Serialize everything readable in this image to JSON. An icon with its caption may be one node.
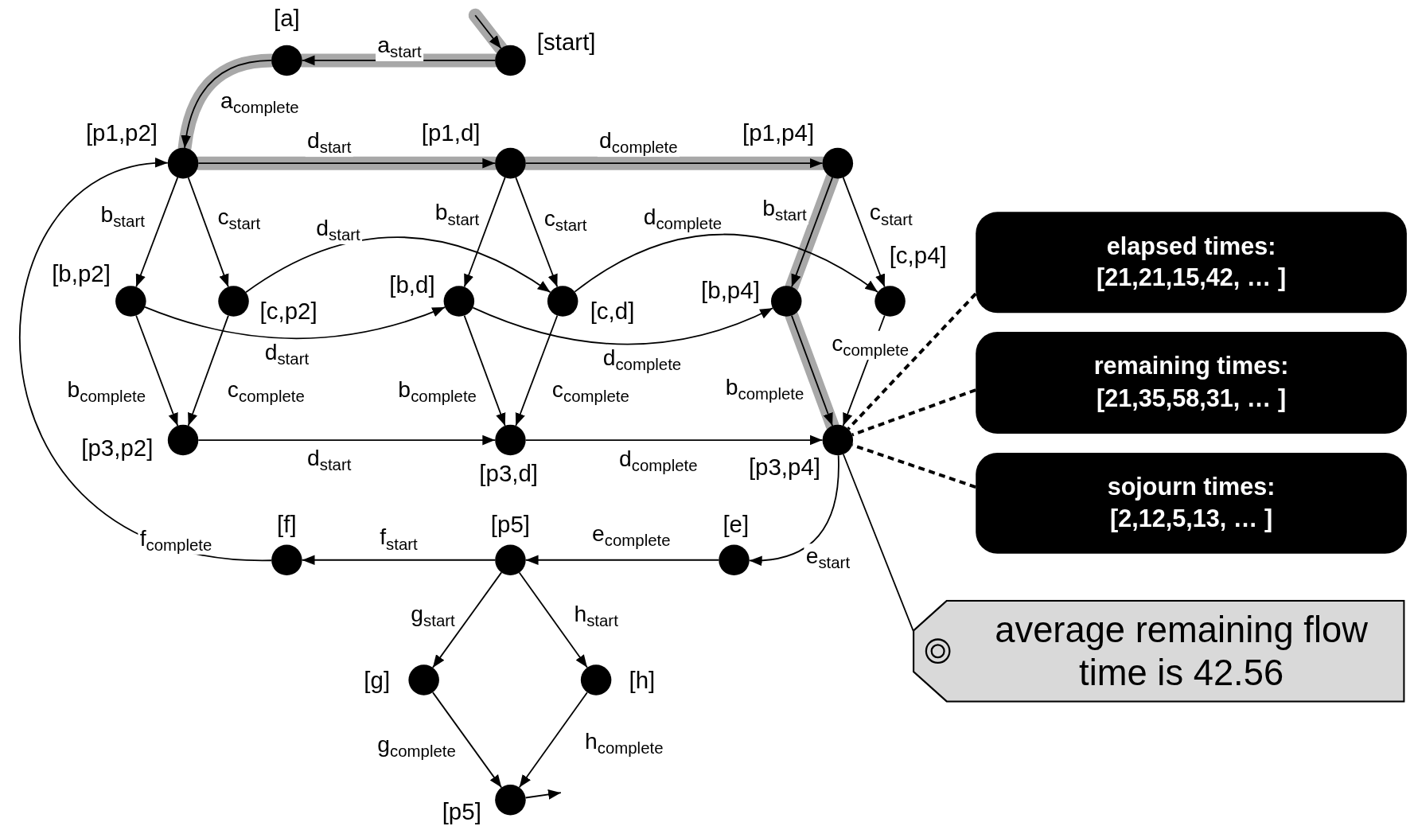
{
  "diagram": {
    "nodes": [
      {
        "text": [],
        "shape": "circle",
        "beside": [
          "[start]"
        ]
      },
      {
        "text": [],
        "shape": "circle",
        "beside": [
          "[a]"
        ]
      },
      {
        "text": [],
        "shape": "circle",
        "beside": [
          "[p1,p2]"
        ]
      },
      {
        "text": [],
        "shape": "circle",
        "beside": [
          "[p1,d]"
        ]
      },
      {
        "text": [],
        "shape": "circle",
        "beside": [
          "[p1,p4]"
        ]
      },
      {
        "text": [],
        "shape": "circle",
        "beside": [
          "[b,p2]"
        ]
      },
      {
        "text": [],
        "shape": "circle",
        "beside": [
          "[c,p2]"
        ]
      },
      {
        "text": [],
        "shape": "circle",
        "beside": [
          "[b,d]"
        ]
      },
      {
        "text": [],
        "shape": "circle",
        "beside": [
          "[c,d]"
        ]
      },
      {
        "text": [],
        "shape": "circle",
        "beside": [
          "[b,p4]"
        ]
      },
      {
        "text": [],
        "shape": "circle",
        "beside": [
          "[c,p4]"
        ]
      },
      {
        "text": [],
        "shape": "circle",
        "beside": [
          "[p3,p2]"
        ]
      },
      {
        "text": [],
        "shape": "circle",
        "beside": [
          "[p3,d]"
        ]
      },
      {
        "text": [],
        "shape": "circle",
        "beside": [
          "[p3,p4]"
        ]
      },
      {
        "text": [],
        "shape": "circle",
        "beside": [
          "[f]"
        ]
      },
      {
        "text": [],
        "shape": "circle",
        "beside": [
          "[p5]"
        ]
      },
      {
        "text": [],
        "shape": "circle",
        "beside": [
          "[e]"
        ]
      },
      {
        "text": [],
        "shape": "circle",
        "beside": [
          "[g]"
        ]
      },
      {
        "text": [],
        "shape": "circle",
        "beside": [
          "[h]"
        ]
      },
      {
        "text": [],
        "shape": "circle",
        "beside": [
          "[p5]"
        ]
      },
      {
        "text": [
          "elapsed times:",
          "[21,21,15,42, … ]"
        ]
      },
      {
        "text": [
          "remaining times:",
          "[21,35,58,31, … ]"
        ]
      },
      {
        "text": [
          "sojourn times:",
          "[2,12,5,13, … ]"
        ]
      },
      {
        "text": [
          "average remaining flow time is 42.56"
        ]
      }
    ],
    "edges": [
      {
        "from": null,
        "to": 0,
        "arrow": "to",
        "style": "thick",
        "color": "#a8a8a8"
      },
      {
        "from": 0,
        "to": 1,
        "arrow": "to",
        "label": "a$_{start}$",
        "style": "thick",
        "color": "#a8a8a8"
      },
      {
        "from": 1,
        "to": 2,
        "arrow": "to",
        "label": "a$_{complete}$",
        "style": "thick",
        "color": "#a8a8a8"
      },
      {
        "from": 2,
        "to": 3,
        "arrow": "to",
        "label": "d$_{start}$",
        "style": "thick",
        "color": "#a8a8a8"
      },
      {
        "from": 3,
        "to": 4,
        "arrow": "to",
        "label": "d$_{complete}$",
        "style": "thick",
        "color": "#a8a8a8"
      },
      {
        "from": 2,
        "to": 5,
        "arrow": "to",
        "label": "b$_{start}$"
      },
      {
        "from": 2,
        "to": 6,
        "arrow": "to",
        "label": "c$_{start}$"
      },
      {
        "from": 6,
        "to": 8,
        "arrow": "to",
        "label": "d$_{start}$"
      },
      {
        "from": 3,
        "to": 7,
        "arrow": "to",
        "label": "b$_{start}$"
      },
      {
        "from": 3,
        "to": 8,
        "arrow": "to",
        "label": "c$_{start}$"
      },
      {
        "from": 8,
        "to": 10,
        "arrow": "to",
        "label": "d$_{complete}$"
      },
      {
        "from": 4,
        "to": 9,
        "arrow": "to",
        "label": "b$_{start}$",
        "style": "thick",
        "color": "#a8a8a8"
      },
      {
        "from": 4,
        "to": 10,
        "arrow": "to",
        "label": "c$_{start}$"
      },
      {
        "from": 5,
        "to": 7,
        "arrow": "to",
        "label": "d$_{start}$"
      },
      {
        "from": 7,
        "to": 9,
        "arrow": "to",
        "label": "d$_{complete}$"
      },
      {
        "from": 5,
        "to": 11,
        "arrow": "to",
        "label": "b$_{complete}$"
      },
      {
        "from": 6,
        "to": 11,
        "arrow": "to",
        "label": "c$_{complete}$"
      },
      {
        "from": 7,
        "to": 12,
        "arrow": "to",
        "label": "b$_{complete}$"
      },
      {
        "from": 8,
        "to": 12,
        "arrow": "to",
        "label": "c$_{complete}$"
      },
      {
        "from": 9,
        "to": 13,
        "arrow": "to",
        "label": "b$_{complete}$",
        "style": "thick",
        "color": "#a8a8a8"
      },
      {
        "from": 10,
        "to": 13,
        "arrow": "to",
        "label": "c$_{complete}$"
      },
      {
        "from": 11,
        "to": 12,
        "arrow": "to",
        "label": "d$_{start}$"
      },
      {
        "from": 12,
        "to": 13,
        "arrow": "to",
        "label": "d$_{complete}$"
      },
      {
        "from": 13,
        "to": 16,
        "arrow": "to",
        "label": "e$_{start}$"
      },
      {
        "from": 16,
        "to": 15,
        "arrow": "to",
        "label": "e$_{complete}$"
      },
      {
        "from": 15,
        "to": 14,
        "arrow": "to",
        "label": "f$_{start}$"
      },
      {
        "from": 14,
        "to": 2,
        "arrow": "to",
        "label": "f$_{complete}$"
      },
      {
        "from": 15,
        "to": 17,
        "arrow": "to",
        "label": "g$_{start}$"
      },
      {
        "from": 15,
        "to": 18,
        "arrow": "to",
        "label": "h$_{start}$"
      },
      {
        "from": 17,
        "to": 19,
        "arrow": "to",
        "label": "g$_{complete}$"
      },
      {
        "from": 18,
        "to": 19,
        "arrow": "to",
        "label": "h$_{complete}$"
      },
      {
        "from": 19,
        "to": null,
        "arrow": "to"
      },
      {
        "from": 20,
        "to": 13,
        "arrow": "none",
        "style": "dashed"
      },
      {
        "from": 21,
        "to": 13,
        "arrow": "none",
        "style": "dashed"
      },
      {
        "from": 22,
        "to": 13,
        "arrow": "none",
        "style": "dashed"
      },
      {
        "from": 23,
        "to": 13,
        "arrow": "none"
      }
    ]
  }
}
